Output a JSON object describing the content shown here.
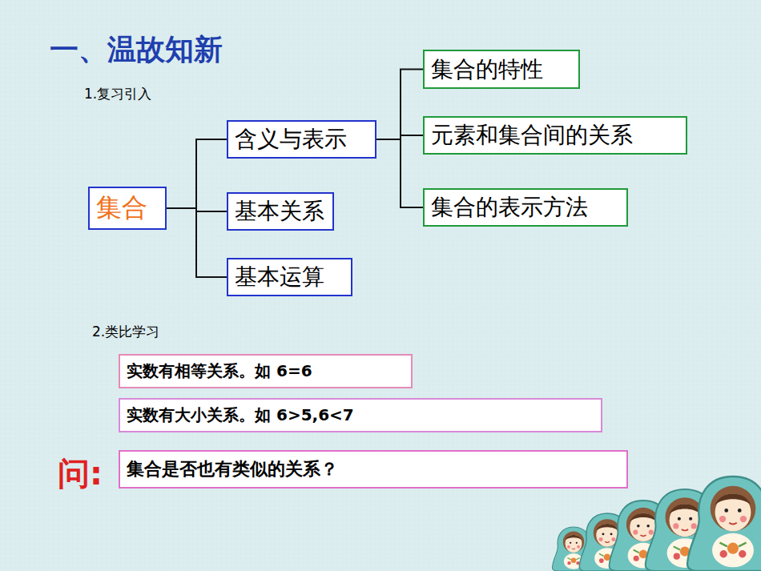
{
  "diagram": {
    "title": "一、温故知新",
    "nodes": [
      {
        "text": [
          "集合"
        ]
      },
      {
        "text": [
          "含义与表示"
        ]
      },
      {
        "text": [
          "基本关系"
        ]
      },
      {
        "text": [
          "基本运算"
        ]
      },
      {
        "text": [
          "集合的特性"
        ]
      },
      {
        "text": [
          "元素和集合间的关系"
        ]
      },
      {
        "text": [
          "集合的表示方法"
        ]
      },
      {
        "text": [
          "实数有相等关系。如 6=6"
        ]
      },
      {
        "text": [
          "实数有大小关系。如 6>5,6<7"
        ]
      },
      {
        "text": [
          "集合是否也有类似的关系？"
        ]
      }
    ],
    "edges": [
      {
        "from": 0,
        "to": 1,
        "arrow": "none"
      },
      {
        "from": 0,
        "to": 2,
        "arrow": "none"
      },
      {
        "from": 0,
        "to": 3,
        "arrow": "none"
      },
      {
        "from": 1,
        "to": 4,
        "arrow": "none"
      },
      {
        "from": 1,
        "to": 5,
        "arrow": "none"
      },
      {
        "from": 1,
        "to": 6,
        "arrow": "none"
      }
    ],
    "labels": [
      "1.复习引入",
      "2.类比学习",
      "问:"
    ]
  }
}
